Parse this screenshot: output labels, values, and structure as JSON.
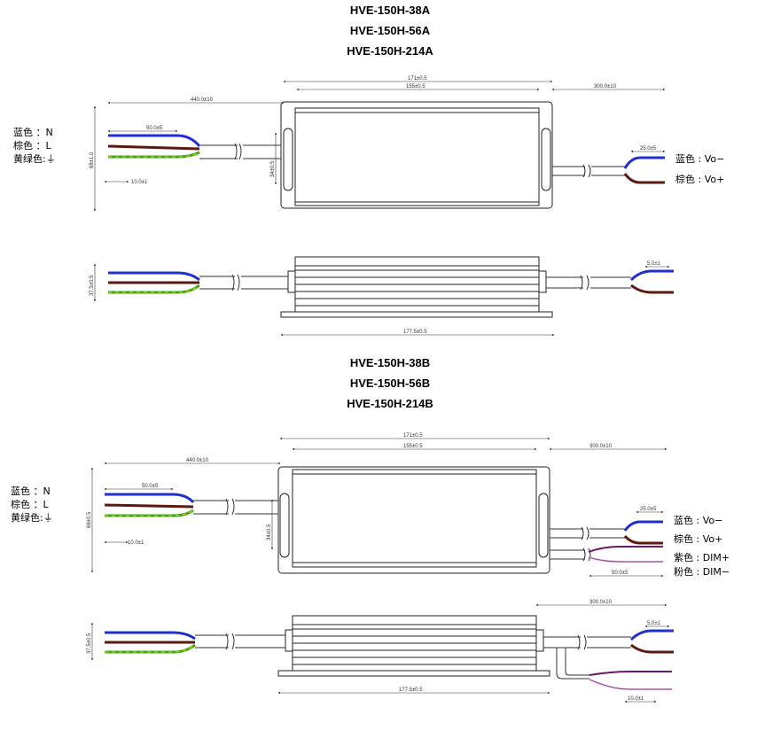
{
  "titles_a": [
    "HVE-150H-38A",
    "HVE-150H-56A",
    "HVE-150H-214A"
  ],
  "titles_b": [
    "HVE-150H-38B",
    "HVE-150H-56B",
    "HVE-150H-214B"
  ],
  "input_labels": {
    "blue": "蓝色 ：N",
    "brown": "棕色 ：L",
    "ground": "黄绿色:⏚"
  },
  "output_labels": {
    "blue": "蓝色 : Vo−",
    "brown": "棕色 : Vo+",
    "purple": "紫色 : DIM+",
    "pink": "粉色 : DIM−"
  },
  "dims": {
    "total_width": "171±0.5",
    "body_length": "155±0.5",
    "output_cable": "300.0±10",
    "input_cable": "440.0±10",
    "strip_long": "50.0±5",
    "strip_short": "10.0±1",
    "height_a": "68±1.0",
    "height_b": "68±0.5",
    "mount_hole": "34±0.5",
    "output_strip": "25.0±5",
    "tin_tip": "5.0±1",
    "side_height": "37.5±0.5",
    "base_length": "177.5±0.5",
    "dim_cable": "300.0±10",
    "dim_strip": "50.0±5",
    "dim_tip": "10.0±1"
  },
  "colors": {
    "blue": "#1f2fd0",
    "brown": "#5a1a12",
    "green": "#3aa51f",
    "yellow": "#e6d800",
    "purple": "#6a1a6a",
    "pink": "#e0a0d8"
  }
}
